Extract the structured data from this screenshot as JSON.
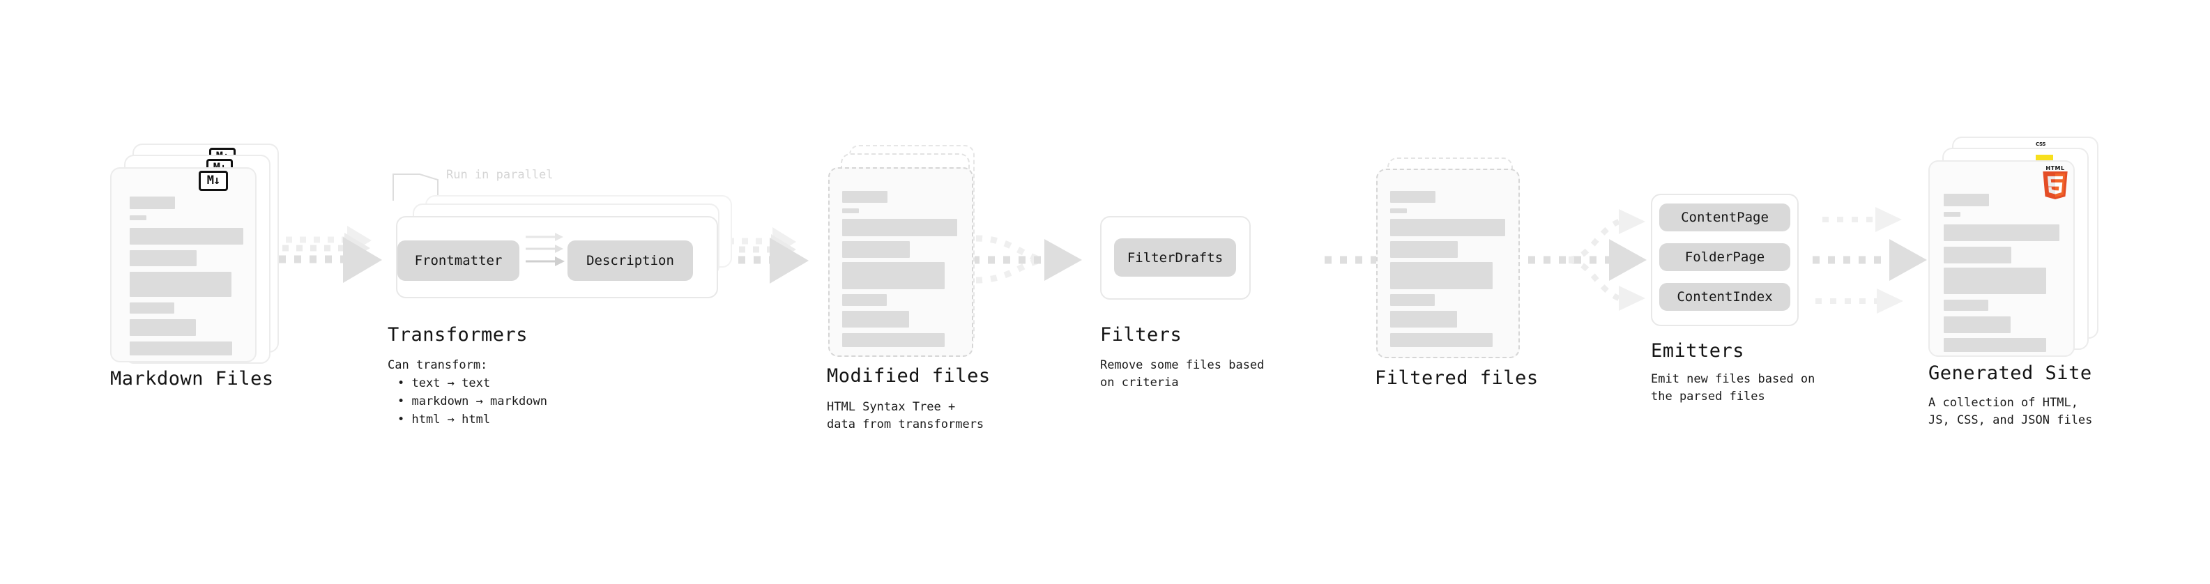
{
  "diagram": {
    "title_color": "#141414",
    "accent_gray": "#d9d9d9",
    "line_gray": "#dcdcdc",
    "stages": [
      {
        "id": "markdown-files",
        "title": "Markdown Files",
        "caption": "",
        "icon": "markdown-badge",
        "icon_text": "M↓",
        "card_style": "solid"
      },
      {
        "id": "transformers",
        "title": "Transformers",
        "caption": "Can transform:",
        "bullets": [
          "• text → text",
          "• markdown → markdown",
          "• html → html"
        ],
        "parallel_label": "Run in parallel",
        "chips": [
          "Frontmatter",
          "Description"
        ]
      },
      {
        "id": "modified-files",
        "title": "Modified files",
        "caption": "HTML Syntax Tree +\ndata from transformers",
        "card_style": "dashed"
      },
      {
        "id": "filters",
        "title": "Filters",
        "caption": "Remove some files based\non criteria",
        "chips": [
          "FilterDrafts"
        ]
      },
      {
        "id": "filtered-files",
        "title": "Filtered files",
        "caption": "",
        "card_style": "dashed"
      },
      {
        "id": "emitters",
        "title": "Emitters",
        "caption": "Emit new files based on\nthe parsed files",
        "chips": [
          "ContentPage",
          "FolderPage",
          "ContentIndex"
        ]
      },
      {
        "id": "generated-site",
        "title": "Generated Site",
        "caption": "A collection of HTML,\nJS, CSS, and JSON files",
        "icons": [
          "html5-logo",
          "js-badge",
          "css3-badge"
        ],
        "icon_text": "HTML",
        "css_text": "CSS",
        "card_style": "solid"
      }
    ]
  }
}
